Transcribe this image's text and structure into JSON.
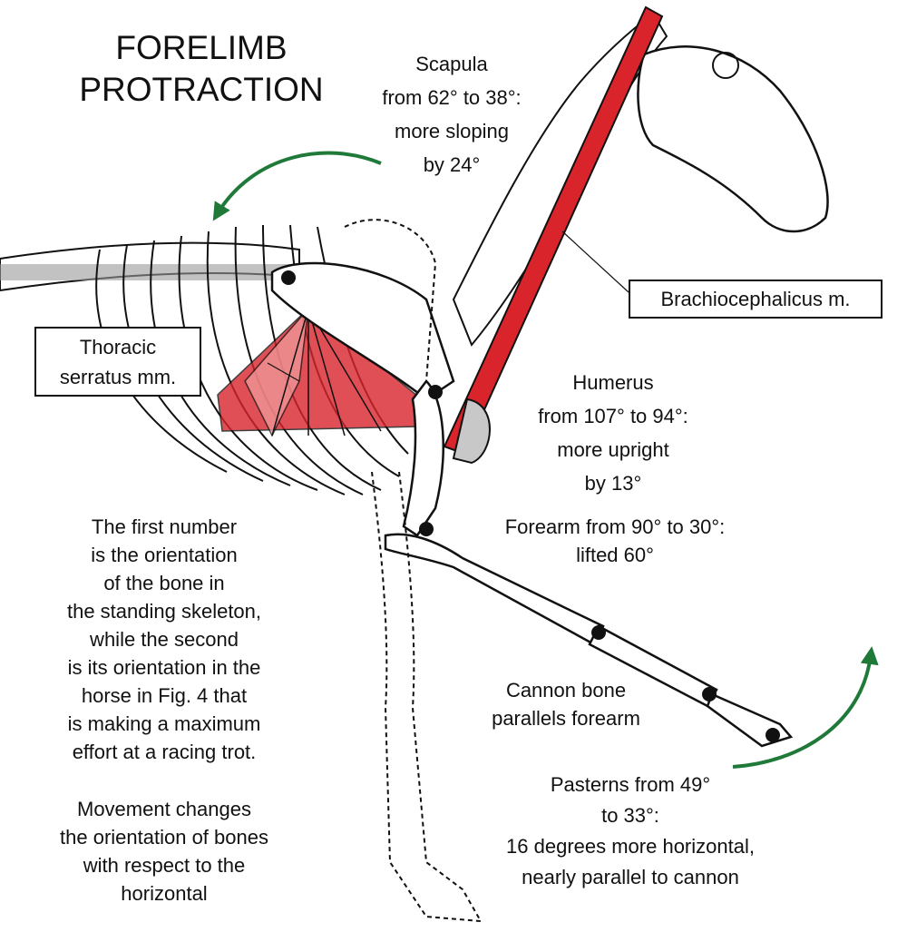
{
  "title": [
    "FORELIMB",
    "PROTRACTION"
  ],
  "labels": {
    "scapula": [
      "Scapula",
      "from 62° to 38°:",
      "more sloping",
      "by 24°"
    ],
    "brachiocephalicus": "Brachiocephalicus m.",
    "thoracic_serratus": [
      "Thoracic",
      "serratus mm."
    ],
    "humerus": [
      "Humerus",
      "from 107° to 94°:",
      "more upright",
      "by 13°"
    ],
    "forearm": [
      "Forearm from 90° to 30°:",
      "lifted 60°"
    ],
    "cannon": [
      "Cannon bone",
      "parallels forearm"
    ],
    "pasterns": [
      "Pasterns from 49°",
      "to 33°:",
      "16 degrees more horizontal,",
      "nearly parallel to cannon"
    ]
  },
  "explanation": [
    "The first number",
    "is the orientation",
    "of the bone in",
    "the standing skeleton,",
    "while the second",
    "is its orientation in the",
    "horse in Fig. 4 that",
    "is making a maximum",
    "effort at a racing trot."
  ],
  "movement_note": [
    "Movement changes",
    "the orientation of bones",
    "with respect to the",
    "horizontal"
  ],
  "colors": {
    "muscle": "#d9242b",
    "arrow": "#1f7a3a",
    "bone_shade": "#c8c8c8"
  }
}
